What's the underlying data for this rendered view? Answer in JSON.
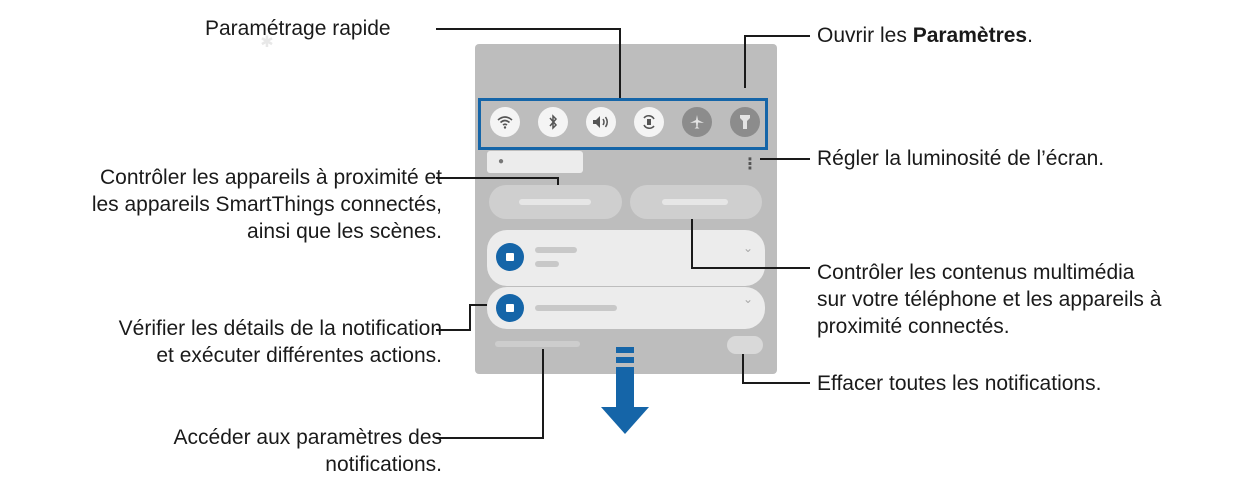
{
  "callouts": {
    "quick_settings": "Paramétrage rapide",
    "open_settings_prefix": "Ouvrir les ",
    "open_settings_bold": "Paramètres",
    "open_settings_suffix": ".",
    "brightness": "Régler la luminosité de l’écran.",
    "smartthings_lines": [
      "Contrôler les appareils à proximité et",
      "les appareils SmartThings connectés,",
      "ainsi que les scènes."
    ],
    "media_lines": [
      "Contrôler les contenus multimédia",
      "sur votre téléphone et les appareils à",
      "proximité connectés."
    ],
    "notification_lines": [
      "Vérifier les détails de la notification",
      "et exécuter différentes actions."
    ],
    "clear_all": "Effacer toutes les notifications.",
    "notif_settings_lines": [
      "Accéder aux paramètres des",
      "notifications."
    ]
  },
  "quick_settings_icons": [
    {
      "icon": "wifi-icon",
      "state": "on"
    },
    {
      "icon": "bluetooth-icon",
      "state": "on"
    },
    {
      "icon": "sound-icon",
      "state": "on"
    },
    {
      "icon": "auto-rotate-icon",
      "state": "on"
    },
    {
      "icon": "airplane-mode-icon",
      "state": "off"
    },
    {
      "icon": "flashlight-icon",
      "state": "off"
    }
  ],
  "colors": {
    "accent": "#1565a8",
    "panel": "#bdbdbd",
    "card": "#ececec"
  }
}
